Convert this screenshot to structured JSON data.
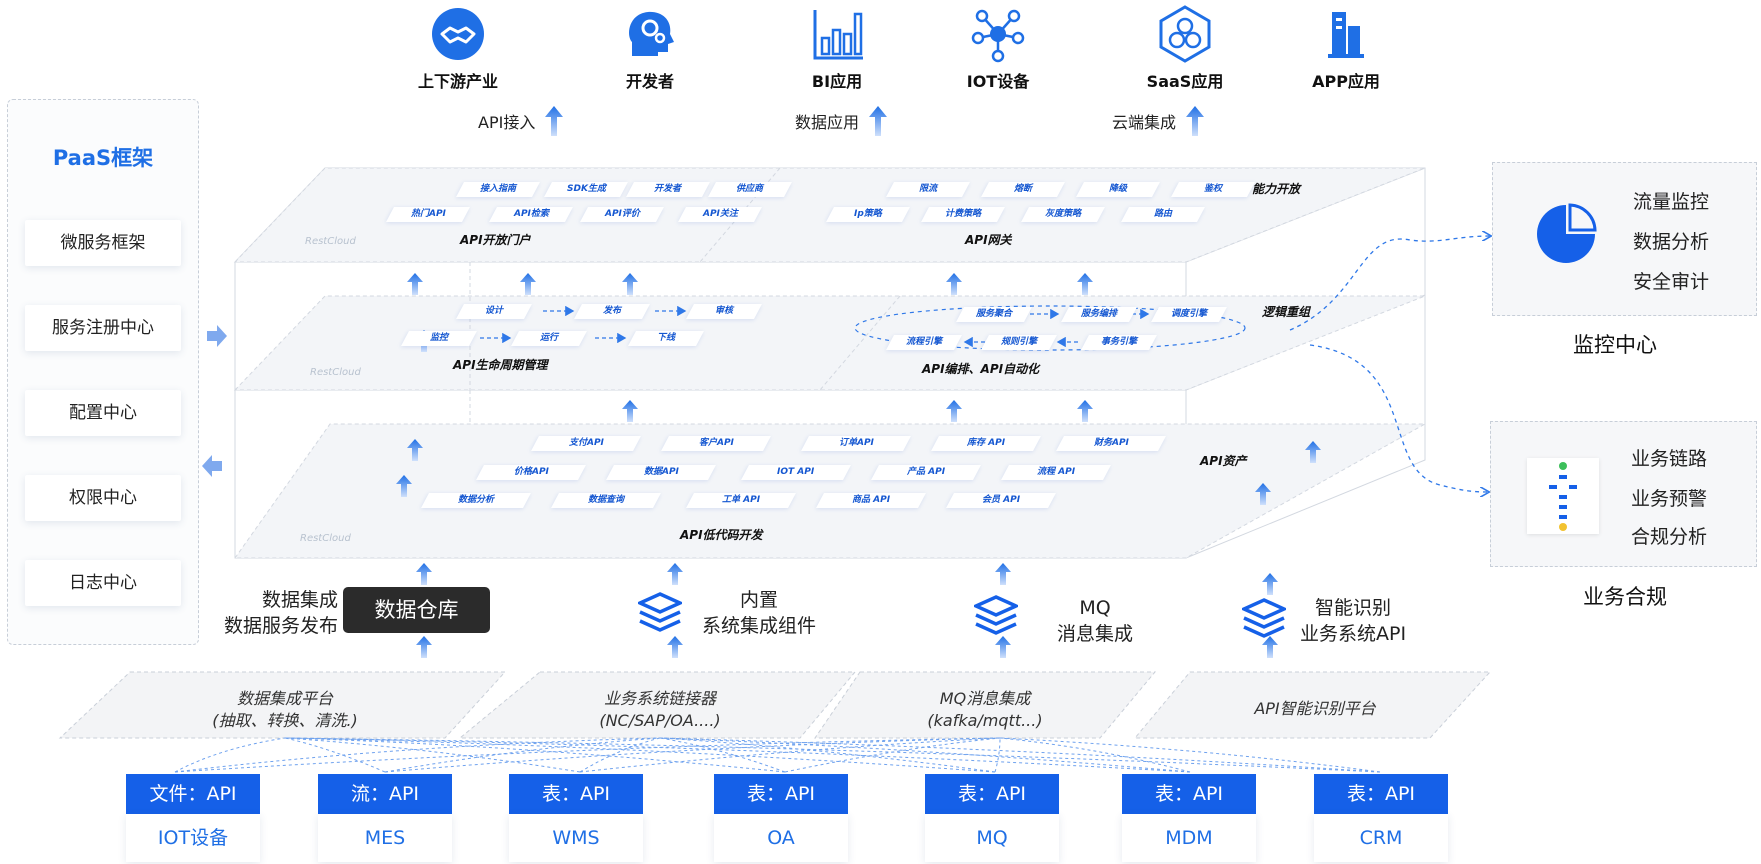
{
  "consumers": [
    "上下游产业",
    "开发者",
    "BI应用",
    "IOT设备",
    "SaaS应用",
    "APP应用"
  ],
  "uplinks": [
    "API接入",
    "数据应用",
    "云端集成"
  ],
  "paas": {
    "title": "PaaS框架",
    "items": [
      "微服务框架",
      "服务注册中心",
      "配置中心",
      "权限中心",
      "日志中心"
    ]
  },
  "monitor": {
    "lines": [
      "流量监控",
      "数据分析",
      "安全审计"
    ],
    "caption": "监控中心"
  },
  "compliance": {
    "lines": [
      "业务链路",
      "业务预警",
      "合规分析"
    ],
    "caption": "业务合规"
  },
  "layers": {
    "top": {
      "portal_chips": [
        "接入指南",
        "SDK生成",
        "开发者",
        "供应商",
        "热门API",
        "API检索",
        "API评价",
        "API关注"
      ],
      "portal_title": "API开放门户",
      "gateway_chips": [
        "限流",
        "熔断",
        "降级",
        "鉴权",
        "Ip策略",
        "计费策略",
        "灰度策略",
        "路由"
      ],
      "gateway_title": "API网关",
      "tag": "能力开放",
      "watermark": "RestCloud"
    },
    "middle": {
      "lifecycle_chips": [
        "设计",
        "发布",
        "审核",
        "监控",
        "运行",
        "下线"
      ],
      "lifecycle_title": "API生命周期管理",
      "orch_chips": [
        "服务聚合",
        "服务编排",
        "调度引擎",
        "流程引擎",
        "规则引擎",
        "事务引擎"
      ],
      "orch_title": "API编排、API自动化",
      "tag": "逻辑重组",
      "watermark": "RestCloud"
    },
    "bottom": {
      "chips": [
        "支付API",
        "客户API",
        "订单API",
        "库存 API",
        "财务API",
        "价格API",
        "数据API",
        "IOT API",
        "产品 API",
        "流程 API",
        "数据分析",
        "数据查询",
        "工单 API",
        "商品 API",
        "会员 API"
      ],
      "title": "API低代码开发",
      "tag": "API资产",
      "watermark": "RestCloud"
    }
  },
  "middle_row": {
    "data_integration": [
      "数据集成",
      "数据服务发布"
    ],
    "warehouse": "数据仓库",
    "builtin": [
      "内置",
      "系统集成组件"
    ],
    "mq": [
      "MQ",
      "消息集成"
    ],
    "smart": [
      "智能识别",
      "业务系统API"
    ]
  },
  "platforms": [
    [
      "数据集成平台",
      "(抽取、转换、清洗.)"
    ],
    [
      "业务系统链接器",
      "(NC/SAP/OA....)"
    ],
    [
      "MQ消息集成",
      "(kafka/mqtt...)"
    ],
    [
      "API智能识别平台"
    ]
  ],
  "sources": [
    {
      "api": "文件：API",
      "name": "IOT设备"
    },
    {
      "api": "流：API",
      "name": "MES"
    },
    {
      "api": "表：API",
      "name": "WMS"
    },
    {
      "api": "表：API",
      "name": "OA"
    },
    {
      "api": "表：API",
      "name": "MQ"
    },
    {
      "api": "表：API",
      "name": "MDM"
    },
    {
      "api": "表：API",
      "name": "CRM"
    }
  ],
  "colors": {
    "accent": "#1560e8",
    "text_blue": "#1f6fe5",
    "dark": "#2b2b2b"
  }
}
